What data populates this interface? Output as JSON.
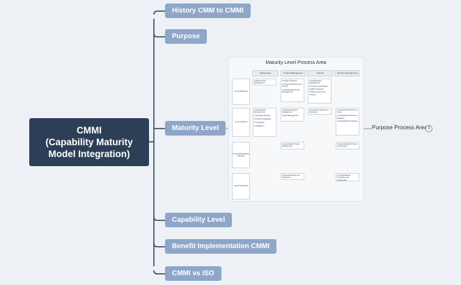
{
  "root": {
    "label": "CMMI\n(Capability Maturity\nModel Integration)"
  },
  "branches": [
    {
      "label": "History CMM to CMMI"
    },
    {
      "label": "Purpose"
    },
    {
      "label": "Maturity Level"
    },
    {
      "label": "Capability Level"
    },
    {
      "label": "Benefit Implementation CMMI"
    },
    {
      "label": "CMMI vs ISO"
    }
  ],
  "maturity_image": {
    "title": "Maturity Level Process Area",
    "columns": [
      "Engineering",
      "Project Management",
      "Support",
      "Process Management"
    ],
    "levels": [
      "Level 2 Managed",
      "Level 3 Defined",
      "Level 4 Quantitatively Managed",
      "Level 5 Optimizing"
    ],
    "process_areas": {
      "l2_eng": [
        "Requirement Management"
      ],
      "l2_pm": [
        "Project Planning",
        "Project Monitoring and Control",
        "Supplier Agreement Management"
      ],
      "l2_sup": [
        "Configuration Management",
        "Process and Product Quality Assurance",
        "Measurement and Analysis"
      ],
      "l3_eng": [
        "Requirement Development",
        "Technical Solution",
        "Product Integration",
        "Verification",
        "Validation"
      ],
      "l3_pm": [
        "Integrated Project Management",
        "Risk Management"
      ],
      "l3_sup": [
        "Decision Analysis and Resolution"
      ],
      "l3_proc": [
        "Organizational Process Focus",
        "Organizational Process Definition",
        "Organizational Training"
      ],
      "l4_pm": [
        "Quantitative Project Management"
      ],
      "l4_proc": [
        "Organizational Process Performance"
      ],
      "l5_sup": [
        "Causal Analysis and Resolution"
      ],
      "l5_proc": [
        "Organizational Innovation and Deployment"
      ]
    }
  },
  "leaf": {
    "label": "Purpose Process Area",
    "count": "3"
  }
}
